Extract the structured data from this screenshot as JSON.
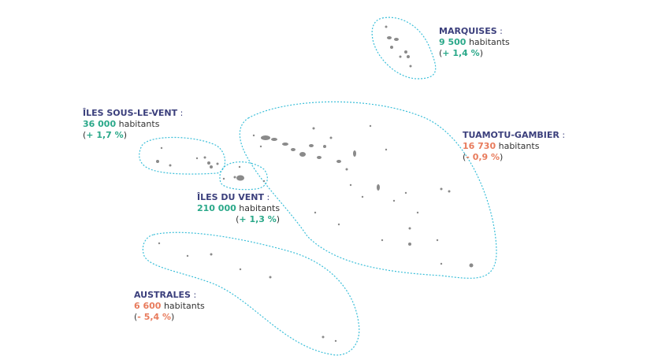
{
  "colors": {
    "title": "#3b3f7c",
    "growth": "#2aa889",
    "decline": "#e87b5c",
    "outline": "#3bbfd9",
    "island": "#8a8a8a"
  },
  "archipelagos": [
    {
      "id": "marquises",
      "name": "MARQUISES",
      "population": "9 500",
      "unit": "habitants",
      "change": "+ 1,4 %",
      "trend": "growth"
    },
    {
      "id": "iles-sous-le-vent",
      "name": "ÎLES SOUS-LE-VENT",
      "population": "36 000",
      "unit": "habitants",
      "change": "+ 1,7 %",
      "trend": "growth"
    },
    {
      "id": "tuamotu-gambier",
      "name": "TUAMOTU-GAMBIER",
      "population": "16 730",
      "unit": "habitants",
      "change": "- 0,9 %",
      "trend": "decline"
    },
    {
      "id": "iles-du-vent",
      "name": "ÎLES DU VENT",
      "population": "210 000",
      "unit": "habitants",
      "change": "+ 1,3 %",
      "trend": "growth"
    },
    {
      "id": "australes",
      "name": "AUSTRALES",
      "population": "6 600",
      "unit": "habitants",
      "change": "- 5,4 %",
      "trend": "decline"
    }
  ]
}
